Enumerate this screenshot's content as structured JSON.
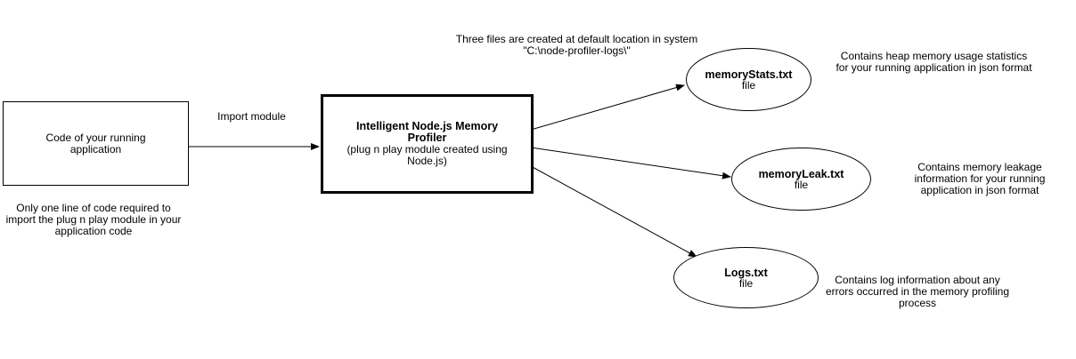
{
  "source": {
    "label": "Code of your running application",
    "note": "Only one line of code required to import the plug n play module in your application code"
  },
  "import_label": "Import module",
  "profiler": {
    "title": "Intelligent Node.js Memory Profiler",
    "subtitle": "(plug n play module created using Node.js)"
  },
  "files_note": "Three files are created at default location in system \"C:\\node-profiler-logs\\\"",
  "files": [
    {
      "name": "memoryStats.txt",
      "kind": "file",
      "description": "Contains heap memory usage statistics for your running application in json format"
    },
    {
      "name": "memoryLeak.txt",
      "kind": "file",
      "description": "Contains memory leakage information for your running application in json format"
    },
    {
      "name": "Logs.txt",
      "kind": "file",
      "description": "Contains log information about any errors occurred in the memory profiling process"
    }
  ]
}
